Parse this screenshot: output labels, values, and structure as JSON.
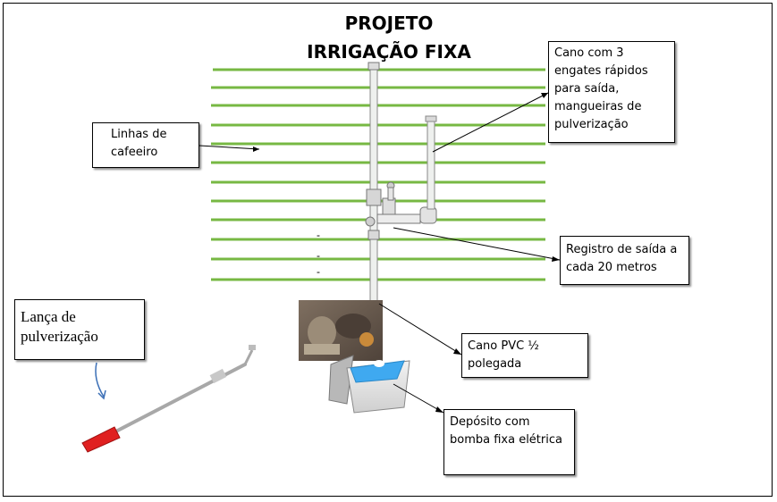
{
  "title": {
    "line1": "PROJETO",
    "line2": "IRRIGAÇÃO FIXA"
  },
  "labels": {
    "cano_engates": "Cano com 3 engates rápidos para saída, mangueiras de pulverização",
    "linhas_cafeeiro": "Linhas de cafeeiro",
    "registro_saida": "Registro de saída a cada 20 metros",
    "cano_pvc": "Cano PVC ½ polegada",
    "deposito": "Depósito com bomba fixa elétrica",
    "lanca": "Lança de pulverização"
  },
  "dash_marks": [
    "-",
    "-",
    "-"
  ],
  "colors": {
    "crop_rows": "#77b843",
    "pipe": "#eef0ee",
    "tank_water": "#3fa9f0",
    "lance_handle": "#e02020"
  }
}
